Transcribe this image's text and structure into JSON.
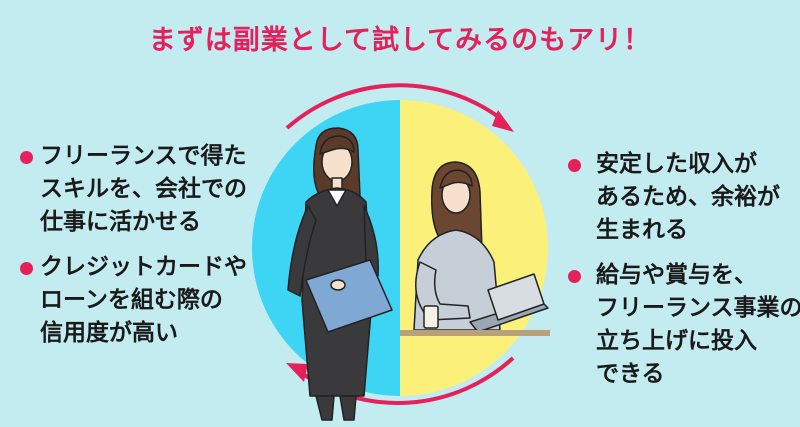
{
  "title": "まずは副業として試してみるのもアリ！",
  "left_points": [
    {
      "lines": [
        "フリーランスで得た",
        "スキルを、会社での",
        "仕事に活かせる"
      ]
    },
    {
      "lines": [
        "クレジットカードや",
        "ローンを組む際の",
        "信用度が高い"
      ]
    }
  ],
  "right_points": [
    {
      "lines": [
        "安定した収入が",
        "あるため、余裕が",
        "生まれる"
      ]
    },
    {
      "lines": [
        "給与や賞与を、",
        "フリーランス事業の",
        "立ち上げに投入",
        "できる"
      ]
    }
  ],
  "colors": {
    "accent": "#e5215b",
    "background": "#c3ecf1",
    "circle_left": "#3ed4f4",
    "circle_right": "#fbf07a"
  }
}
